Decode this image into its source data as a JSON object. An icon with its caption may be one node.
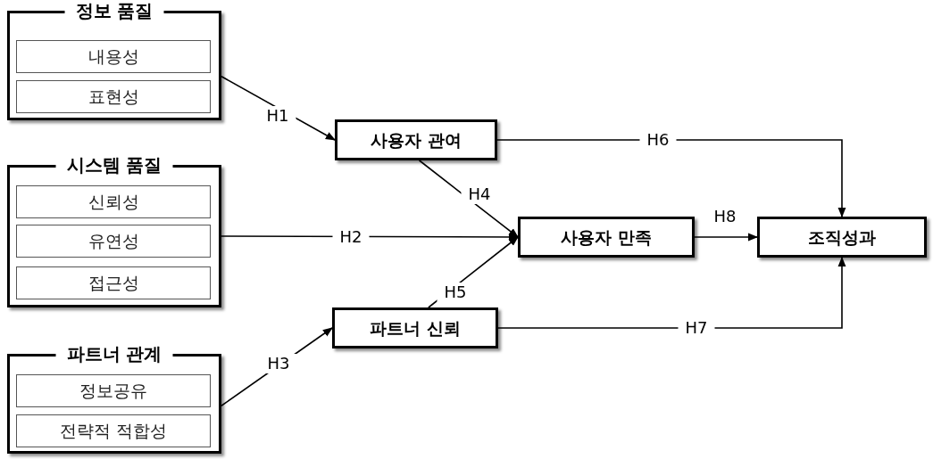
{
  "diagram": {
    "nodes": [
      {
        "text": [
          "정보 품질"
        ]
      },
      {
        "text": [
          "내용성"
        ],
        "in": 0
      },
      {
        "text": [
          "표현성"
        ],
        "in": 0
      },
      {
        "text": [
          "시스템 품질"
        ]
      },
      {
        "text": [
          "신뢰성"
        ],
        "in": 3
      },
      {
        "text": [
          "유연성"
        ],
        "in": 3
      },
      {
        "text": [
          "접근성"
        ],
        "in": 3
      },
      {
        "text": [
          "파트너 관계"
        ]
      },
      {
        "text": [
          "정보공유"
        ],
        "in": 7
      },
      {
        "text": [
          "전략적 적합성"
        ],
        "in": 7
      },
      {
        "text": [
          "사용자 관여"
        ]
      },
      {
        "text": [
          "사용자 만족"
        ]
      },
      {
        "text": [
          "파트너 신뢰"
        ]
      },
      {
        "text": [
          "조직성과"
        ]
      }
    ],
    "edges": [
      {
        "from": 0,
        "to": 10,
        "arrow": "to",
        "label": "H1"
      },
      {
        "from": 3,
        "to": 11,
        "arrow": "to",
        "label": "H2"
      },
      {
        "from": 7,
        "to": 12,
        "arrow": "to",
        "label": "H3"
      },
      {
        "from": 10,
        "to": 11,
        "arrow": "to",
        "label": "H4"
      },
      {
        "from": 12,
        "to": 11,
        "arrow": "to",
        "label": "H5"
      },
      {
        "from": 10,
        "to": 13,
        "arrow": "to",
        "label": "H6"
      },
      {
        "from": 12,
        "to": 13,
        "arrow": "to",
        "label": "H7"
      },
      {
        "from": 11,
        "to": 13,
        "arrow": "to",
        "label": "H8"
      }
    ]
  }
}
